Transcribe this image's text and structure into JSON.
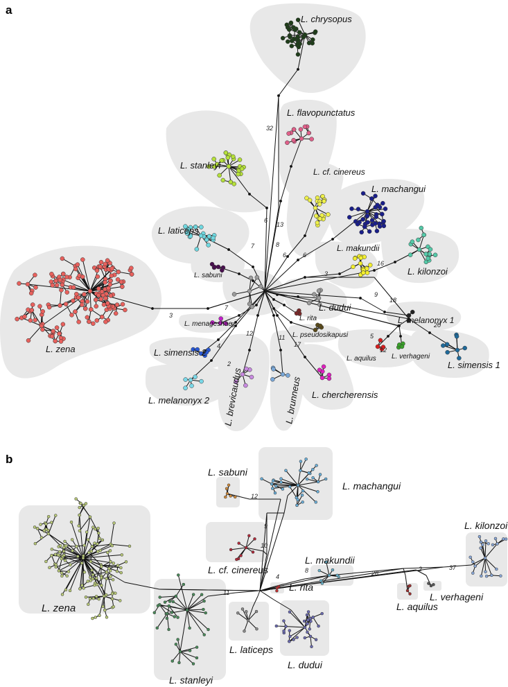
{
  "panels": {
    "a": {
      "letter": "a",
      "labels": {
        "chrysopus": "L. chrysopus",
        "flavopunctatus": "L. flavopunctatus",
        "stanleyi": "L. stanleyi",
        "cf_cinereus": "L. cf. cinereus",
        "machangui": "L. machangui",
        "laticeps": "L. laticeps",
        "makundii": "L. makundii",
        "kilonzoi": "L. kilonzoi",
        "sabuni": "L. sabuni",
        "zena": "L. zena",
        "dudui": "L. dudui",
        "rita": "L. rita",
        "menageshae": "L. menageshae",
        "pseudosikapusi": "L. pseudosikapusi",
        "melanonyx1": "L. melanonyx 1",
        "simensis2": "L. simensis 2",
        "simensis1": "L. simensis 1",
        "aquilus": "L. aquilus",
        "verhageni": "L. verhageni",
        "melanonyx2": "L. melanonyx 2",
        "brevicaudus": "L. brevicaudus",
        "brunneus": "L. brunneus",
        "chercherensis": "L. chercherensis"
      },
      "steps": {
        "s32": "32",
        "s6a": "6",
        "s13": "13",
        "s7a": "7",
        "s6b": "6",
        "s8": "8",
        "s6c": "6",
        "s3a": "3",
        "s16": "16",
        "s9": "9",
        "s18": "18",
        "s20": "20",
        "s5a": "5",
        "s12a": "12",
        "s7b": "7",
        "s3b": "3",
        "s4": "4",
        "s11": "11",
        "s17": "17",
        "s12b": "12",
        "s5b": "5",
        "s2": "2"
      },
      "colors": {
        "chrysopus": "#1f3d1a",
        "flavopunctatus": "#e0608a",
        "stanleyi": "#b5e03a",
        "cf_cinereus": "#eef04a",
        "machangui": "#1a1f8a",
        "laticeps": "#6fd8e0",
        "makundii": "#f2ee2e",
        "kilonzoi": "#55c9a8",
        "sabuni": "#4a1050",
        "zena": "#e8615d",
        "dudui": "#9a9a9a",
        "rita": "#7a2a2a",
        "menageshae": "#c020c8",
        "pseudosikapusi": "#5a4a1a",
        "melanonyx1": "#222222",
        "simensis2": "#2a5ad8",
        "simensis1": "#1f6a9a",
        "aquilus": "#d81e1e",
        "verhageni": "#3aa02a",
        "melanonyx2": "#7ad8e8",
        "brevicaudus": "#c88ae0",
        "brunneus": "#7aa8d8",
        "chercherensis": "#e020c0"
      }
    },
    "b": {
      "letter": "b",
      "labels": {
        "sabuni": "L. sabuni",
        "machangui": "L. machangui",
        "kilonzoi": "L. kilonzoi",
        "cf_cinereus": "L. cf. cinereus",
        "makundii": "L. makundii",
        "zena": "L. zena",
        "rita": "L. rita",
        "aquilus": "L. aquilus",
        "verhageni": "L. verhageni",
        "laticeps": "L. laticeps",
        "dudui": "L. dudui",
        "stanleyi": "L. stanleyi"
      },
      "steps": {
        "s26": "26",
        "s37": "37",
        "s2": "2",
        "s8": "8",
        "s9": "9",
        "s12": "12",
        "s4": "4",
        "s11": "11",
        "s10": "10"
      },
      "colors": {
        "sabuni": "#d08a3a",
        "machangui": "#6aaed8",
        "kilonzoi": "#8aa8d8",
        "cf_cinereus": "#b02a3a",
        "makundii": "#6ab0c8",
        "zena": "#b8c878",
        "rita": "#c03030",
        "aquilus": "#a03030",
        "verhageni": "#555555",
        "laticeps": "#8a8a8a",
        "dudui": "#6a6ab0",
        "stanleyi": "#4a8a5a"
      }
    }
  }
}
